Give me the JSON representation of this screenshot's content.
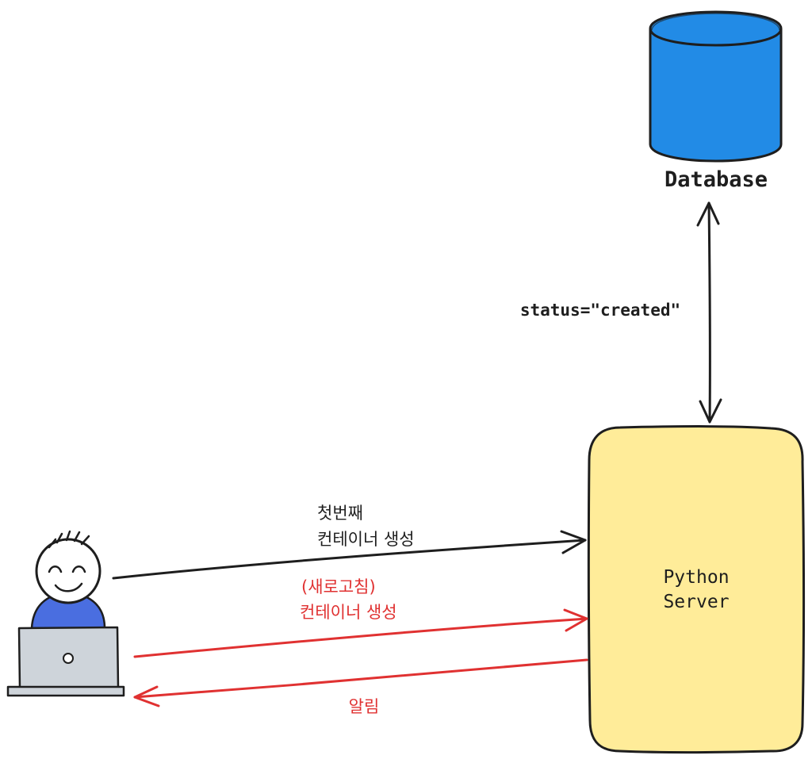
{
  "database": {
    "label": "Database",
    "fill_color": "#228be6",
    "stroke_color": "#1e1e1e"
  },
  "server": {
    "label_line1": "Python",
    "label_line2": "Server",
    "fill_color": "#ffec99",
    "stroke_color": "#1e1e1e"
  },
  "db_link": {
    "label": "status=\"created\"",
    "color": "#1e1e1e"
  },
  "first_request": {
    "line1": "첫번째",
    "line2": "컨테이너 생성",
    "color": "#1e1e1e"
  },
  "refresh_request": {
    "line1": "(새로고침)",
    "line2": "컨테이너 생성",
    "color": "#e03131"
  },
  "notification": {
    "label": "알림",
    "color": "#e03131"
  },
  "user": {
    "icon": "user-at-laptop-icon",
    "shirt_color": "#4a6ee0",
    "laptop_color": "#ced4da"
  }
}
